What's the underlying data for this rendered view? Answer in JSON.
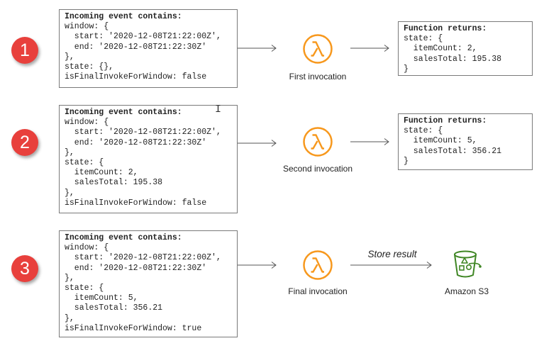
{
  "colors": {
    "badge": "#e8403c",
    "lambda": "#f7981d",
    "s3": "#3f8624",
    "border": "#7a7a7a"
  },
  "steps": [
    {
      "number": "1",
      "event_header": "Incoming event contains:",
      "event_body": "window: {\n  start: '2020-12-08T21:22:00Z',\n  end: '2020-12-08T21:22:30Z'\n},\nstate: {},\nisFinalInvokeForWindow: false",
      "invocation_label": "First invocation",
      "icon": "lambda-icon",
      "returns_header": "Function returns:",
      "returns_body": "state: {\n  itemCount: 2,\n  salesTotal: 195.38\n}"
    },
    {
      "number": "2",
      "event_header": "Incoming event contains:",
      "event_body": "window: {\n  start: '2020-12-08T21:22:00Z',\n  end: '2020-12-08T21:22:30Z'\n},\nstate: {\n  itemCount: 2,\n  salesTotal: 195.38\n},\nisFinalInvokeForWindow: false",
      "invocation_label": "Second invocation",
      "icon": "lambda-icon",
      "returns_header": "Function returns:",
      "returns_body": "state: {\n  itemCount: 5,\n  salesTotal: 356.21\n}"
    },
    {
      "number": "3",
      "event_header": "Incoming event contains:",
      "event_body": "window: {\n  start: '2020-12-08T21:22:00Z',\n  end: '2020-12-08T21:22:30Z'\n},\nstate: {\n  itemCount: 5,\n  salesTotal: 356.21\n},\nisFinalInvokeForWindow: true",
      "invocation_label": "Final invocation",
      "icon": "lambda-icon",
      "edge_label": "Store result",
      "destination_label": "Amazon S3",
      "destination_icon": "s3-bucket-icon"
    }
  ]
}
